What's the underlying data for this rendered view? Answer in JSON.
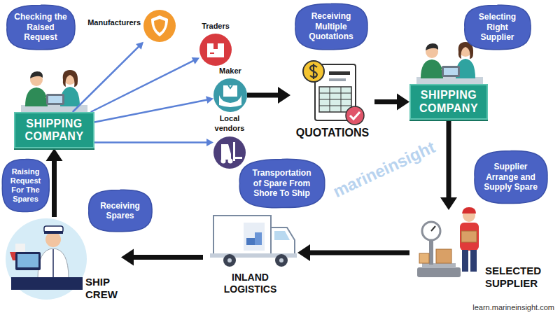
{
  "diagram": {
    "nodes": [
      {
        "text": [
          "SHIPPING COMPANY"
        ]
      },
      {
        "text": [
          "Manufacturers"
        ]
      },
      {
        "text": [
          "Traders"
        ]
      },
      {
        "text": [
          "Maker"
        ]
      },
      {
        "text": [
          "Local vendors"
        ]
      },
      {
        "text": [
          "QUOTATIONS"
        ]
      },
      {
        "text": [
          "SHIPPING COMPANY"
        ]
      },
      {
        "text": [
          "SELECTED SUPPLIER"
        ]
      },
      {
        "text": [
          "INLAND LOGISTICS"
        ]
      },
      {
        "text": [
          "SHIP CREW"
        ]
      },
      {
        "text": [
          "Checking the Raised Request"
        ]
      },
      {
        "text": [
          "Receiving Multiple Quotations"
        ]
      },
      {
        "text": [
          "Selecting Right Supplier"
        ]
      },
      {
        "text": [
          "Supplier Arrange and Supply Spare"
        ]
      },
      {
        "text": [
          "Transportation of Spare From Shore To Ship"
        ]
      },
      {
        "text": [
          "Receiving Spares"
        ]
      },
      {
        "text": [
          "Raising Request For The Spares"
        ]
      }
    ],
    "edges": [
      {
        "from": 0,
        "to": 1,
        "arrow": "to"
      },
      {
        "from": 0,
        "to": 2,
        "arrow": "to"
      },
      {
        "from": 0,
        "to": 3,
        "arrow": "to"
      },
      {
        "from": 0,
        "to": 4,
        "arrow": "to"
      },
      {
        "from": 3,
        "to": 5,
        "arrow": "to"
      },
      {
        "from": 5,
        "to": 6,
        "arrow": "to"
      },
      {
        "from": 6,
        "to": 7,
        "arrow": "to"
      },
      {
        "from": 7,
        "to": 8,
        "arrow": "to"
      },
      {
        "from": 8,
        "to": 9,
        "arrow": "to"
      },
      {
        "from": 9,
        "to": 0,
        "arrow": "to"
      }
    ],
    "labels": [
      "marineinsight",
      "learn.marineinsight.com"
    ]
  }
}
